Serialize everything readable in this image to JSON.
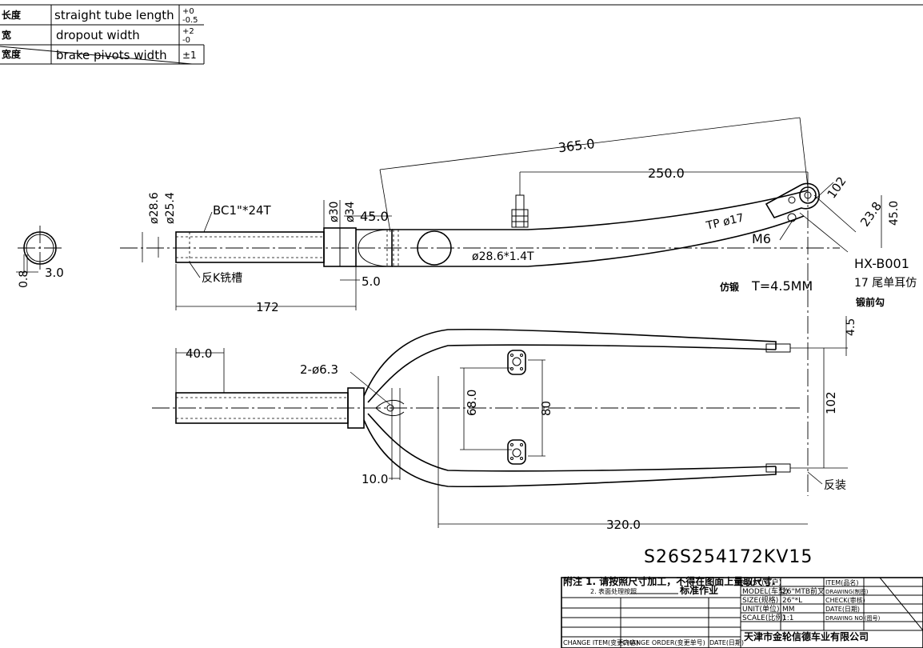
{
  "tolerance_table": [
    {
      "cn": "长度",
      "label": "straight tube length",
      "tol_upper": "+0",
      "tol_lower": "-0.5"
    },
    {
      "cn": "宽",
      "label": "dropout width",
      "tol_upper": "+2",
      "tol_lower": "-0"
    },
    {
      "cn": "宽度",
      "label": "brake pivots width",
      "tol_upper": "±1",
      "tol_lower": ""
    }
  ],
  "dimensions": {
    "d365": "365.0",
    "d250": "250.0",
    "d102_top": "102",
    "d23_8": "23.8",
    "d45_0_right": "45.0",
    "d45_0_top": "45.0",
    "d28_6": "ø28.6",
    "d25_4": "ø25.4",
    "d30": "ø30",
    "d34": "ø34",
    "d5_0": "5.0",
    "d172": "172",
    "d40_0": "40.0",
    "d68_0": "68.0",
    "d80": "80",
    "d102_bottom": "102",
    "d4_5": "4.5",
    "d10_0": "10.0",
    "d320": "320.0",
    "d0_8": "0.8",
    "d3_0": "3.0"
  },
  "labels": {
    "thread": "BC1\"*24T",
    "groove": "反K铣槽",
    "tube_spec": "ø28.6*1.4T",
    "tp": "TP ø17",
    "m6": "M6",
    "hole_spec": "2-ø6.3",
    "reverse_mount": "反装",
    "forging_label": "仿锻",
    "thickness": "T=4.5MM",
    "part_no": "HX-B001",
    "dropout_note_1": "17 尾单耳仿",
    "dropout_note_2": "锻前勾",
    "drawing_code": "S26S254172KV15"
  },
  "title_block": {
    "note_1": "附注 1. 请按照尺寸加工，不得在图面上量取尺寸.",
    "note_2": "2. 表面处理按照",
    "note_2_tail": "标准作业",
    "fields": [
      {
        "label": "CUST(客户)",
        "value": "",
        "label_right": "ITEM(品名)",
        "value_right": ""
      },
      {
        "label": "MODEL(车型)",
        "value": "26\"MTB前叉",
        "label_right": "DRAWING(制图)",
        "value_right": ""
      },
      {
        "label": "SIZE(规格)",
        "value": "26\"*L",
        "label_right": "CHECK(审核)",
        "value_right": ""
      },
      {
        "label": "UNIT(单位)",
        "value": "MM",
        "label_right": "DATE(日期)",
        "value_right": ""
      },
      {
        "label": "SCALE(比例)",
        "value": "1:1",
        "label_right": "DRAWING NO.(图号)",
        "value_right": ""
      }
    ],
    "change_item": "CHANGE ITEM(变更内容)",
    "change_order": "CHANGE ORDER(变更单号)",
    "date": "DATE(日期)",
    "company": "天津市金轮信德车业有限公司"
  }
}
